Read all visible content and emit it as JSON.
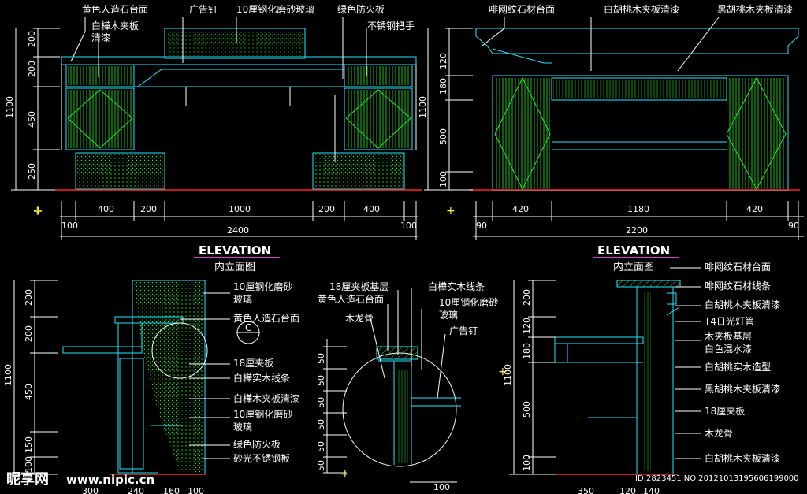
{
  "colors": {
    "background": "#000000",
    "cyan": "#22e6ff",
    "green": "#22ee22",
    "white": "#ffffff",
    "magenta": "#d040c0",
    "red": "#ff2222",
    "yellow": "#ffff44"
  },
  "elevation1": {
    "labels": [
      "黄色人造石台面",
      "白樺木夹板",
      "清漆",
      "广告钉",
      "10厘钢化磨砂玻璃",
      "绿色防火板",
      "不锈钢把手"
    ],
    "vdims": [
      "200",
      "200",
      "450",
      "250"
    ],
    "vtotal": "1100",
    "hdims": [
      "400",
      "200",
      "1000",
      "200",
      "400"
    ],
    "hsmall": [
      "100",
      "100"
    ],
    "htotal": "2400",
    "title": "ELEVATION",
    "subtitle": "内立面图"
  },
  "elevation2": {
    "labels": [
      "啡网纹石材台面",
      "白胡桃木夹板清漆",
      "黑胡桃木夹板清漆"
    ],
    "vdims": [
      "120",
      "180",
      "500",
      "100"
    ],
    "vtotal": "1100",
    "hdims": [
      "420",
      "1180",
      "420"
    ],
    "hsmall": [
      "90",
      "90"
    ],
    "htotal": "2200"
  },
  "section1": {
    "labels": [
      "10厘钢化磨砂",
      "玻璃",
      "黄色人造石台面",
      "18厘夹板",
      "白樺实木线条",
      "白樺木夹板清漆",
      "10厘钢化磨砂",
      "玻璃",
      "绿色防火板",
      "砂光不锈钢板"
    ],
    "vdims": [
      "200",
      "200",
      "450",
      "150",
      "100"
    ],
    "vtotal": "1100",
    "bottom": [
      "300",
      "240",
      "160",
      "100"
    ],
    "marker": "C"
  },
  "detail": {
    "labels": [
      "18厘夹板基层",
      "黄色人造石台面",
      "白樺实木线条",
      "10厘钢化磨砂",
      "玻璃",
      "木龙骨",
      "广告钉"
    ],
    "vdims": [
      "50",
      "50",
      "50",
      "50",
      "50",
      "50"
    ],
    "bottom": "100"
  },
  "section2": {
    "title": "ELEVATION",
    "subtitle": "内立面图",
    "labels": [
      "啡网纹石材台面",
      "啡网纹石材线条",
      "白胡桃木夹板清漆",
      "T4日光灯管",
      "木夹板基层",
      "白色混水漆",
      "白胡桃实木造型",
      "黑胡桃木夹板清漆",
      "18厘夹板",
      "木龙骨",
      "白胡桃木夹板清漆"
    ],
    "vdims": [
      "200",
      "120",
      "180",
      "500",
      "100"
    ],
    "vtotal": "1100",
    "bottom": [
      "350",
      "120",
      "140"
    ]
  },
  "watermark": {
    "logo": "昵享网",
    "url": "www.nipic.cn",
    "id": "ID:2823451 NO:20121013195606199000"
  }
}
